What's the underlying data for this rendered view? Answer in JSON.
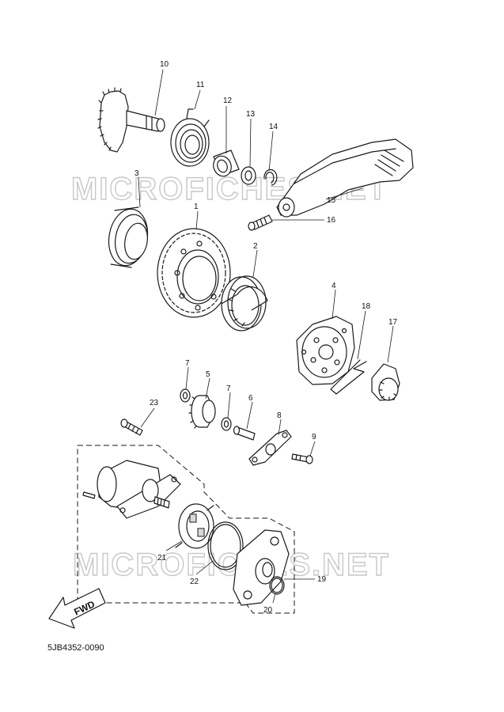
{
  "watermark": "MICROFICHES.NET",
  "document_code": "5JB4352-0090",
  "direction_label": "FWD",
  "callouts": [
    "1",
    "2",
    "3",
    "4",
    "5",
    "6",
    "7",
    "7",
    "8",
    "9",
    "10",
    "11",
    "12",
    "13",
    "14",
    "15",
    "16",
    "17",
    "18",
    "19",
    "20",
    "21",
    "22",
    "23"
  ]
}
